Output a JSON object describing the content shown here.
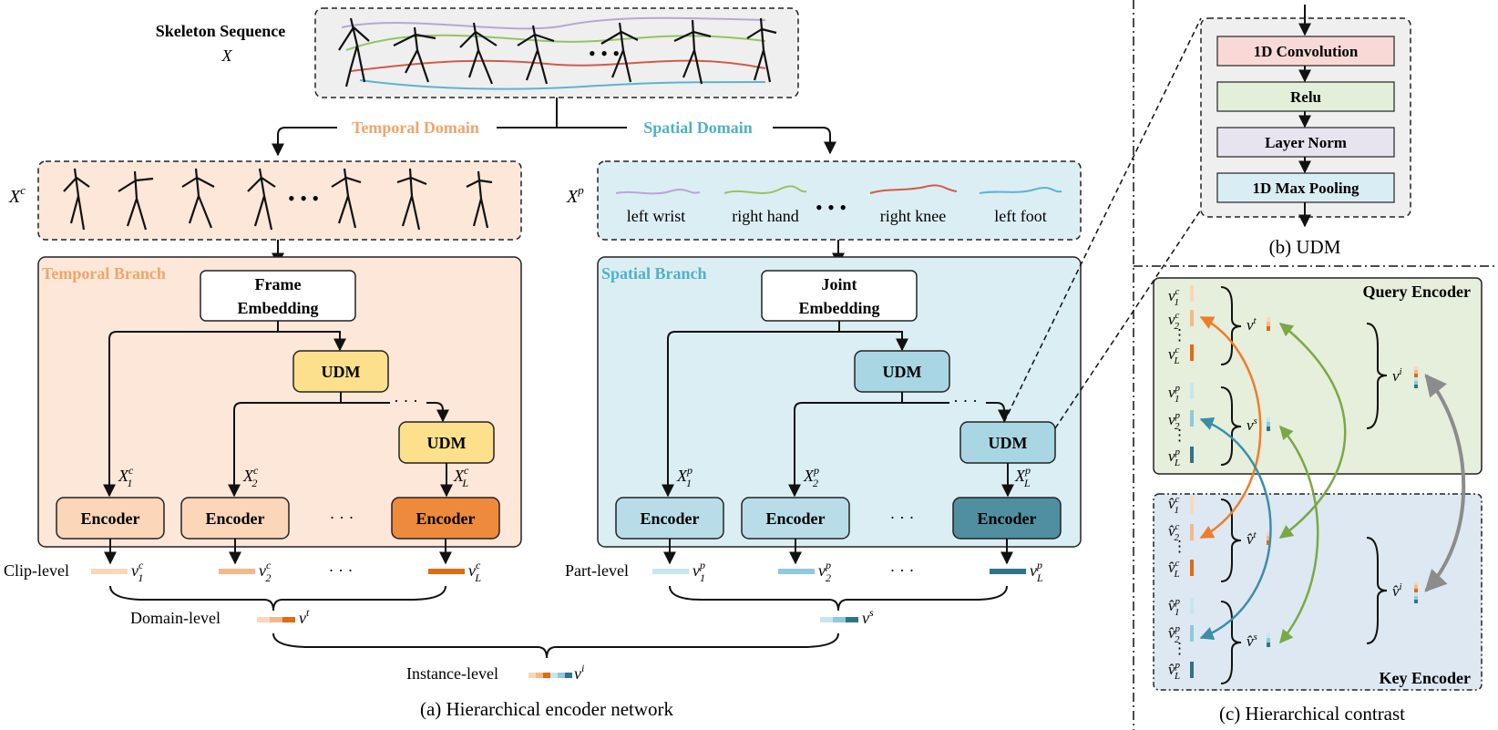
{
  "colors": {
    "temporal_bg": "#fce7d8",
    "temporal_text": "#f0a56a",
    "spatial_bg": "#dbeef4",
    "spatial_text": "#4fb0c8",
    "query_bg": "#e6eedc",
    "key_bg": "#dde8f2",
    "udm_temporal": "#fce08c",
    "udm_spatial": "#a9d6e3",
    "encoder_temporal": "#fbd6b9",
    "encoder_temporal_last": "#ee8a3c",
    "encoder_spatial": "#b8dde8",
    "encoder_spatial_last": "#4f8fa0",
    "arrow_orange": "#ee7d2a",
    "arrow_blue": "#3a8ea8",
    "arrow_green": "#7aa845",
    "arrow_gray": "#8c8c8c"
  },
  "skeleton": {
    "title": "Skeleton Sequence",
    "symbol": "X"
  },
  "domains": {
    "temporal": "Temporal Domain",
    "spatial": "Spatial Domain"
  },
  "temporal": {
    "input_symbol": "X",
    "input_sup": "c",
    "branch_title": "Temporal Branch",
    "embedding_line1": "Frame",
    "embedding_line2": "Embedding",
    "udm_label": "UDM",
    "encoder_label": "Encoder",
    "x1": "X",
    "x1_sub": "1",
    "x1_sup": "c",
    "x2": "X",
    "x2_sub": "2",
    "x2_sup": "c",
    "xl": "X",
    "xl_sub": "L",
    "xl_sup": "c",
    "dots": "· · ·",
    "level_label": "Clip-level",
    "v1": "v",
    "v1_sub": "1",
    "v1_sup": "c",
    "v2": "v",
    "v2_sub": "2",
    "v2_sup": "c",
    "vl": "v",
    "vl_sub": "L",
    "vl_sup": "c"
  },
  "spatial": {
    "input_symbol": "X",
    "input_sup": "p",
    "parts": [
      "left wrist",
      "right hand",
      "right knee",
      "left foot"
    ],
    "branch_title": "Spatial Branch",
    "embedding_line1": "Joint",
    "embedding_line2": "Embedding",
    "udm_label": "UDM",
    "encoder_label": "Encoder",
    "x1": "X",
    "x1_sub": "1",
    "x1_sup": "p",
    "x2": "X",
    "x2_sub": "2",
    "x2_sup": "p",
    "xl": "X",
    "xl_sub": "L",
    "xl_sup": "p",
    "dots": "· · ·",
    "level_label": "Part-level",
    "v1": "v",
    "v1_sub": "1",
    "v1_sup": "p",
    "v2": "v",
    "v2_sub": "2",
    "v2_sup": "p",
    "vl": "v",
    "vl_sub": "L",
    "vl_sup": "p"
  },
  "domain_level": {
    "label": "Domain-level",
    "vt": "v",
    "vt_sup": "t",
    "vs": "v",
    "vs_sup": "s"
  },
  "instance_level": {
    "label": "Instance-level",
    "vi": "v",
    "vi_sup": "i"
  },
  "captions": {
    "a": "(a) Hierarchical encoder network",
    "b": "(b) UDM",
    "c": "(c) Hierarchical contrast"
  },
  "udm_detail": {
    "steps": [
      "1D Convolution",
      "Relu",
      "Layer Norm",
      "1D Max Pooling"
    ],
    "step_colors": [
      "#f8d9d6",
      "#e3efd9",
      "#e8e4ef",
      "#d9eef4"
    ]
  },
  "contrast": {
    "query_title": "Query Encoder",
    "key_title": "Key Encoder",
    "v": "v",
    "v_hat": "v̂",
    "sup_c": "c",
    "sup_p": "p",
    "sup_t": "t",
    "sup_s": "s",
    "sup_i": "i",
    "sub_1": "1",
    "sub_2": "2",
    "sub_L": "L",
    "vdots": "⋮"
  }
}
